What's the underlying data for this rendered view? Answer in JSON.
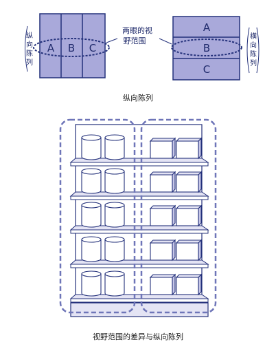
{
  "top_diagram": {
    "left_panel": {
      "columns": [
        "A",
        "B",
        "C"
      ],
      "side_label": "（纵向陈列）",
      "side_label_chars": [
        "纵",
        "向",
        "陈",
        "列"
      ]
    },
    "right_panel": {
      "rows": [
        "A",
        "B",
        "C"
      ],
      "side_label_chars": [
        "横",
        "向",
        "陈",
        "列"
      ]
    },
    "center_note": {
      "line1": "两眼的视",
      "line2": "野范围"
    },
    "caption": "纵向陈列"
  },
  "shelf_diagram": {
    "shelf_count": 5,
    "left_product": "cylinder",
    "right_product": "box",
    "caption": "视野范围的差异与纵向陈列"
  },
  "colors": {
    "fill_purple": "#a9a9da",
    "fill_light": "#e4e4f4",
    "line_dark": "#23307a",
    "dash": "#6e75b8"
  }
}
